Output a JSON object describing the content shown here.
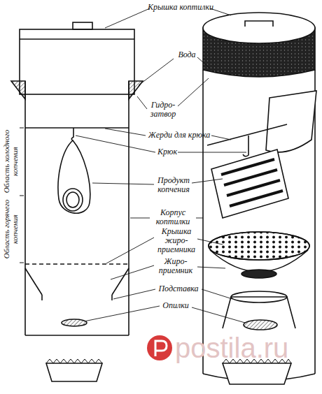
{
  "diagram": {
    "labels": [
      "Крышка коптилки",
      "Вода",
      "Гидро- затвор",
      "Жерди для крюка",
      "Крюк",
      "Продукт копчения",
      "Корпус коптилки",
      "Крышка жиро- приемника",
      "Жиро- приемник",
      "Подставка",
      "Опилки",
      "Область холодного копчения",
      "Область горячего копчения",
      "postila.ru"
    ]
  }
}
